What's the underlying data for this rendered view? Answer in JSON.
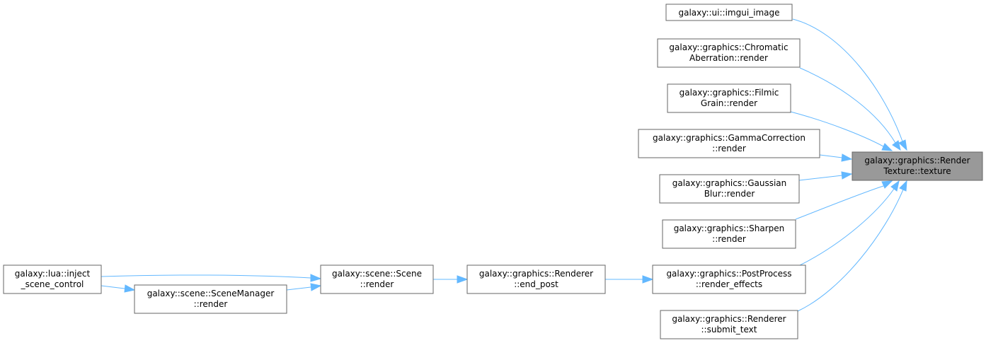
{
  "graph": {
    "nodes": {
      "rt_texture": {
        "lines": [
          "galaxy::graphics::Render",
          "Texture::texture"
        ],
        "focus": true
      },
      "imgui_image": {
        "lines": [
          "galaxy::ui::imgui_image"
        ]
      },
      "chromatic": {
        "lines": [
          "galaxy::graphics::Chromatic",
          "Aberration::render"
        ]
      },
      "filmic": {
        "lines": [
          "galaxy::graphics::Filmic",
          "Grain::render"
        ]
      },
      "gamma": {
        "lines": [
          "galaxy::graphics::GammaCorrection",
          "::render"
        ]
      },
      "gaussian": {
        "lines": [
          "galaxy::graphics::Gaussian",
          "Blur::render"
        ]
      },
      "sharpen": {
        "lines": [
          "galaxy::graphics::Sharpen",
          "::render"
        ]
      },
      "postprocess": {
        "lines": [
          "galaxy::graphics::PostProcess",
          "::render_effects"
        ]
      },
      "submit_text": {
        "lines": [
          "galaxy::graphics::Renderer",
          "::submit_text"
        ]
      },
      "end_post": {
        "lines": [
          "galaxy::graphics::Renderer",
          "::end_post"
        ]
      },
      "scene_render": {
        "lines": [
          "galaxy::scene::Scene",
          "::render"
        ]
      },
      "inject": {
        "lines": [
          "galaxy::lua::inject",
          "_scene_control"
        ]
      },
      "scenemanager": {
        "lines": [
          "galaxy::scene::SceneManager",
          "::render"
        ]
      }
    },
    "edges": [
      {
        "from": "imgui_image",
        "to": "rt_texture"
      },
      {
        "from": "chromatic",
        "to": "rt_texture"
      },
      {
        "from": "filmic",
        "to": "rt_texture"
      },
      {
        "from": "gamma",
        "to": "rt_texture"
      },
      {
        "from": "gaussian",
        "to": "rt_texture"
      },
      {
        "from": "sharpen",
        "to": "rt_texture"
      },
      {
        "from": "postprocess",
        "to": "rt_texture"
      },
      {
        "from": "submit_text",
        "to": "rt_texture"
      },
      {
        "from": "end_post",
        "to": "postprocess"
      },
      {
        "from": "scene_render",
        "to": "end_post"
      },
      {
        "from": "inject",
        "to": "scene_render"
      },
      {
        "from": "scenemanager",
        "to": "scene_render"
      },
      {
        "from": "inject",
        "to": "scenemanager"
      }
    ]
  }
}
